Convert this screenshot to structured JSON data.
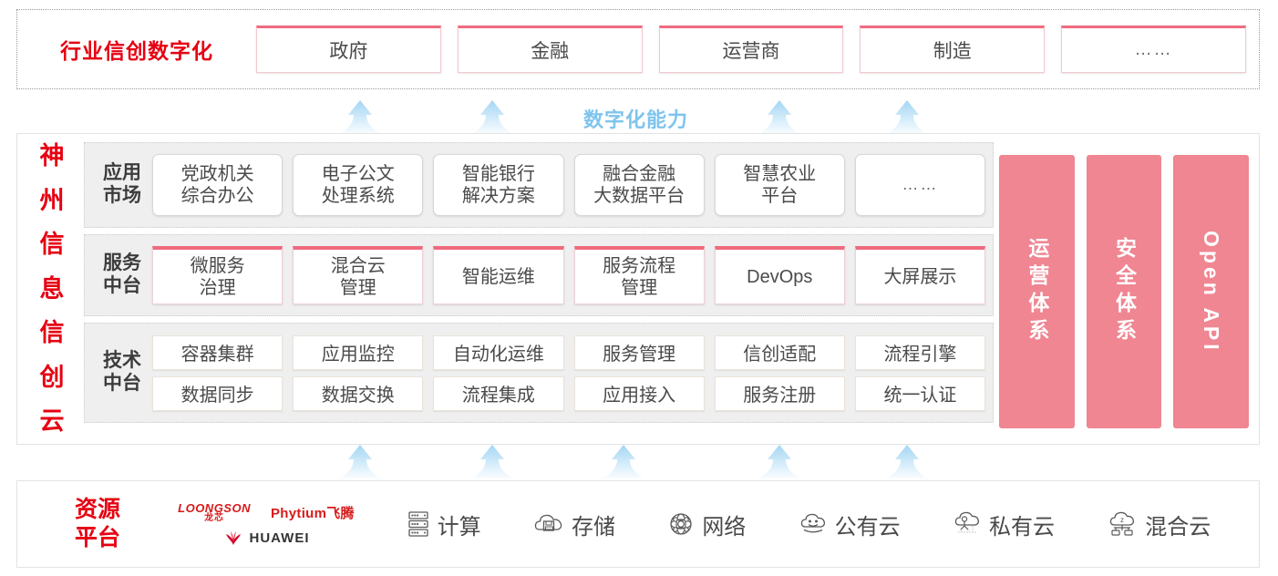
{
  "industry": {
    "title": "行业信创数字化",
    "cards": [
      "政府",
      "金融",
      "运营商",
      "制造",
      "……"
    ]
  },
  "capability": {
    "label": "数字化能力"
  },
  "brand": {
    "chars": [
      "神",
      "州",
      "信",
      "息",
      "信",
      "创",
      "云"
    ]
  },
  "layers": [
    {
      "label": "应用\n市场",
      "label_lines": [
        "应用",
        "市场"
      ],
      "cards": [
        "党政机关\n综合办公",
        "电子公文\n处理系统",
        "智能银行\n解决方案",
        "融合金融\n大数据平台",
        "智慧农业\n平台",
        "……"
      ],
      "card_lines": [
        [
          "党政机关",
          "综合办公"
        ],
        [
          "电子公文",
          "处理系统"
        ],
        [
          "智能银行",
          "解决方案"
        ],
        [
          "融合金融",
          "大数据平台"
        ],
        [
          "智慧农业",
          "平台"
        ],
        [
          "……"
        ]
      ]
    },
    {
      "label_lines": [
        "服务",
        "中台"
      ],
      "card_lines": [
        [
          "微服务",
          "治理"
        ],
        [
          "混合云",
          "管理"
        ],
        [
          "智能运维"
        ],
        [
          "服务流程",
          "管理"
        ],
        [
          "DevOps"
        ],
        [
          "大屏展示"
        ]
      ]
    },
    {
      "label_lines": [
        "技术",
        "中台"
      ],
      "rows": [
        [
          "容器集群",
          "应用监控",
          "自动化运维",
          "服务管理",
          "信创适配",
          "流程引擎"
        ],
        [
          "数据同步",
          "数据交换",
          "流程集成",
          "应用接入",
          "服务注册",
          "统一认证"
        ]
      ]
    }
  ],
  "pillars": [
    {
      "text": "运营体系",
      "mode": "cn"
    },
    {
      "text": "安全体系",
      "mode": "cn"
    },
    {
      "text": "Open API",
      "mode": "en"
    }
  ],
  "resource": {
    "title_lines": [
      "资源",
      "平台"
    ],
    "vendors": [
      {
        "name": "LOONGSON",
        "cn": "龙芯"
      },
      {
        "name": "Phytium飞腾"
      },
      {
        "name": "HUAWEI"
      }
    ],
    "items": [
      {
        "label": "计算",
        "icon": "server-icon"
      },
      {
        "label": "存储",
        "icon": "cloud-storage-icon"
      },
      {
        "label": "网络",
        "icon": "network-icon"
      },
      {
        "label": "公有云",
        "icon": "public-cloud-icon"
      },
      {
        "label": "私有云",
        "icon": "private-cloud-icon"
      },
      {
        "label": "混合云",
        "icon": "hybrid-cloud-icon"
      }
    ]
  },
  "colors": {
    "brand_red": "#e60012",
    "pillar_pink": "#ef8692",
    "card_accent": "#ef6a7e",
    "arrow_blue": "#a9d9f5",
    "capability_blue": "#7ec4ee"
  }
}
